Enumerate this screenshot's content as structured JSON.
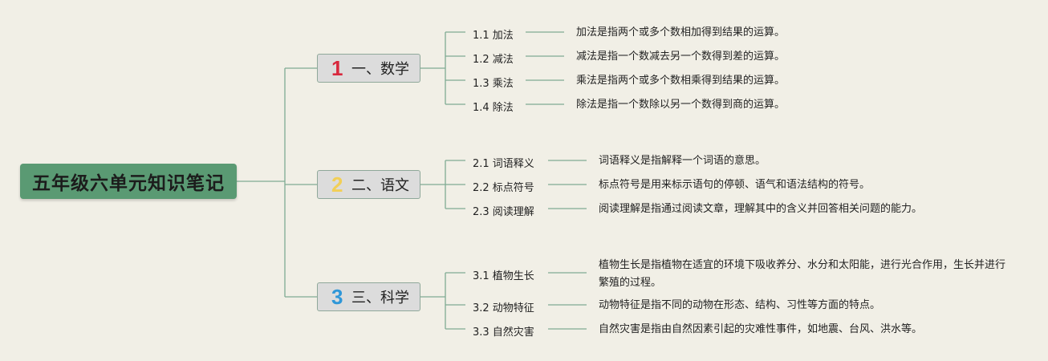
{
  "title": "五年级六单元知识笔记",
  "colors": {
    "background": "#f1efe6",
    "root": "#5a9a73",
    "line": "#7fab94",
    "num1": "#d8283d",
    "num2": "#f2cf57",
    "num3": "#2f97d8"
  },
  "categories": [
    {
      "num": "1",
      "label": "一、数学",
      "items": [
        {
          "label": "1.1 加法",
          "desc": "加法是指两个或多个数相加得到结果的运算。"
        },
        {
          "label": "1.2 减法",
          "desc": "减法是指一个数减去另一个数得到差的运算。"
        },
        {
          "label": "1.3 乘法",
          "desc": "乘法是指两个或多个数相乘得到结果的运算。"
        },
        {
          "label": "1.4 除法",
          "desc": "除法是指一个数除以另一个数得到商的运算。"
        }
      ]
    },
    {
      "num": "2",
      "label": "二、语文",
      "items": [
        {
          "label": "2.1 词语释义",
          "desc": "词语释义是指解释一个词语的意思。"
        },
        {
          "label": "2.2 标点符号",
          "desc": "标点符号是用来标示语句的停顿、语气和语法结构的符号。"
        },
        {
          "label": "2.3 阅读理解",
          "desc": "阅读理解是指通过阅读文章，理解其中的含义并回答相关问题的能力。"
        }
      ]
    },
    {
      "num": "3",
      "label": "三、科学",
      "items": [
        {
          "label": "3.1 植物生长",
          "desc": "植物生长是指植物在适宜的环境下吸收养分、水分和太阳能，进行光合作用，生长并进行繁殖的过程。"
        },
        {
          "label": "3.2 动物特征",
          "desc": "动物特征是指不同的动物在形态、结构、习性等方面的特点。"
        },
        {
          "label": "3.3 自然灾害",
          "desc": "自然灾害是指由自然因素引起的灾难性事件，如地震、台风、洪水等。"
        }
      ]
    }
  ]
}
